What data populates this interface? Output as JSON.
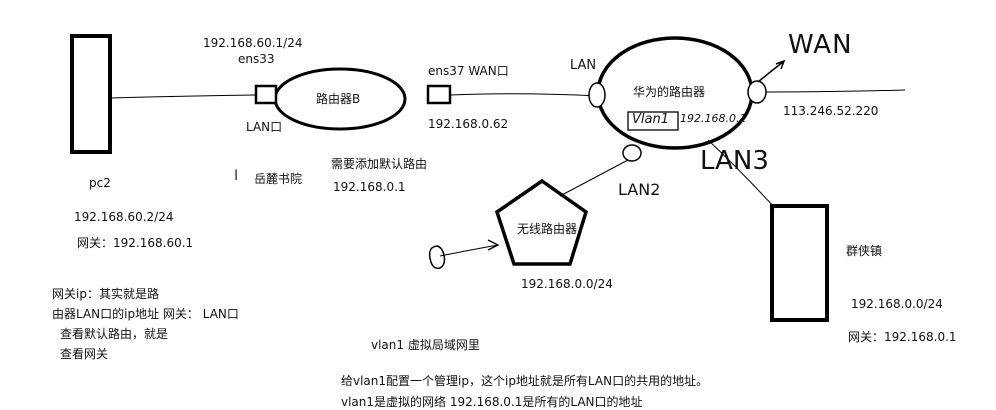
{
  "left_network": {
    "pc2": {
      "label": "pc2",
      "ip": "192.168.60.2/24",
      "gateway": "网关：192.168.60.1"
    },
    "notes": [
      "网关ip：其实就是路",
      "由器LAN口的ip地址   网关： LAN口",
      "查看默认路由，就是",
      "查看网关"
    ]
  },
  "router_b": {
    "label": "路由器B",
    "ens33_ip": "192.168.60.1/24",
    "ens33": "ens33",
    "lan_label": "LAN口",
    "ens37_wan": "ens37  WAN口",
    "wan_ip": "192.168.0.62",
    "note": "需要添加默认路由",
    "default_route": "192.168.0.1"
  },
  "misc": {
    "yuelu": "岳麓书院"
  },
  "huawei_router": {
    "label": "华为的路由器",
    "wan_hand": "WAN",
    "lan_hand": "LAN",
    "wan_ip": "113.246.52.220",
    "vlan_hand": "Vlan1",
    "vlan_ip_hand": "192.168.0.1",
    "lan2_hand": "LAN2",
    "lan3_hand": "LAN3"
  },
  "wireless_router": {
    "label": "无线路由器",
    "subnet": "192.168.0.0/24"
  },
  "right_pc": {
    "label": "群侠镇",
    "ip": "192.168.0.0/24",
    "gateway": "网关：192.168.0.1"
  },
  "bottom": {
    "title": "vlan1 虚拟局域网里",
    "line1": "给vlan1配置一个管理ip，这个ip地址就是所有LAN口的共用的地址。",
    "line2": "vlan1是虚拟的网络 192.168.0.1是所有的LAN口的地址"
  }
}
